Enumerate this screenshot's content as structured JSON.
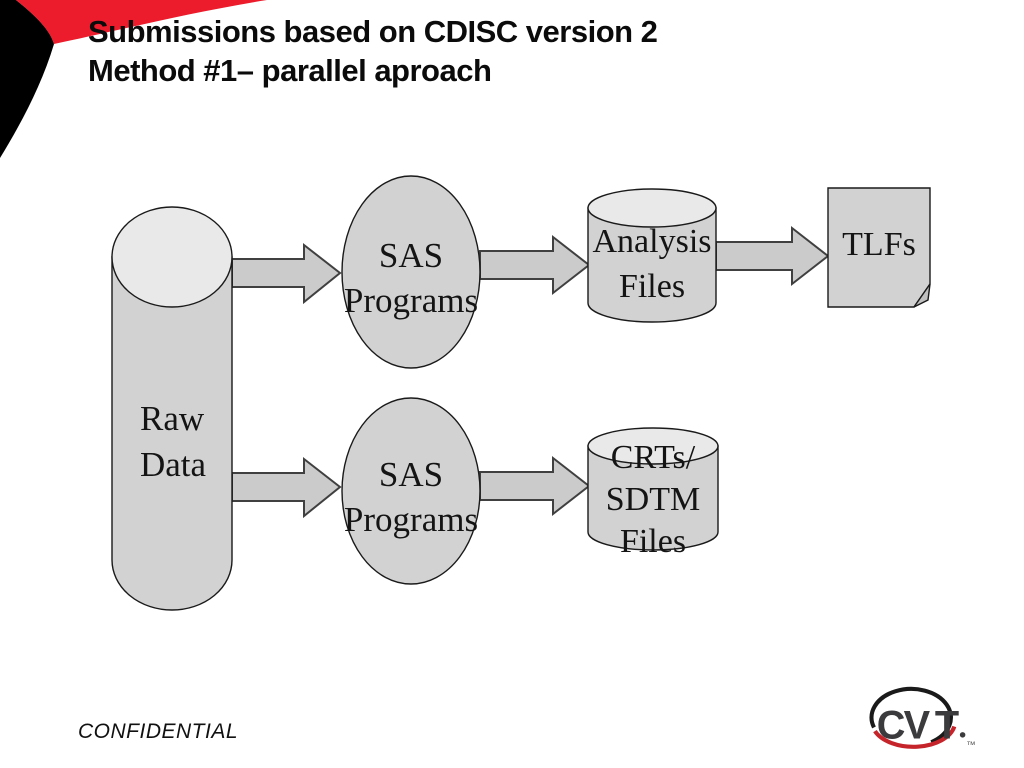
{
  "slide": {
    "title": "Submissions based on CDISC version 2\nMethod #1– parallel aproach",
    "footer": {
      "confidential": "CONFIDENTIAL"
    },
    "logo": {
      "text_main": "CV",
      "text_t": "T",
      "tm": "™"
    }
  },
  "diagram": {
    "nodes": [
      {
        "id": "raw-data",
        "shape": "vertical-cylinder",
        "label": "Raw\nData"
      },
      {
        "id": "sas-programs-top",
        "shape": "ellipse",
        "label": "SAS\nPrograms"
      },
      {
        "id": "analysis-files",
        "shape": "database-cylinder",
        "label": "Analysis\nFiles"
      },
      {
        "id": "tlfs",
        "shape": "document",
        "label": "TLFs"
      },
      {
        "id": "sas-programs-bottom",
        "shape": "ellipse",
        "label": "SAS\nPrograms"
      },
      {
        "id": "crts-sdtm-files",
        "shape": "database-cylinder",
        "label": "CRTs/\nSDTM\nFiles"
      }
    ],
    "edges": [
      {
        "from": "raw-data",
        "to": "sas-programs-top"
      },
      {
        "from": "sas-programs-top",
        "to": "analysis-files"
      },
      {
        "from": "analysis-files",
        "to": "tlfs"
      },
      {
        "from": "raw-data",
        "to": "sas-programs-bottom"
      },
      {
        "from": "sas-programs-bottom",
        "to": "crts-sdtm-files"
      }
    ]
  },
  "colors": {
    "accent_red": "#EC1C2C",
    "corner_black": "#000000",
    "shape_fill": "#D2D2D2",
    "shape_top_fill": "#E9E9E9",
    "shape_stroke": "#1A1A1A",
    "arrow_fill": "#CBCBCB",
    "arrow_stroke": "#404040",
    "text_color": "#141414",
    "logo_gray": "#3B3B3D",
    "logo_red": "#C5242B"
  }
}
